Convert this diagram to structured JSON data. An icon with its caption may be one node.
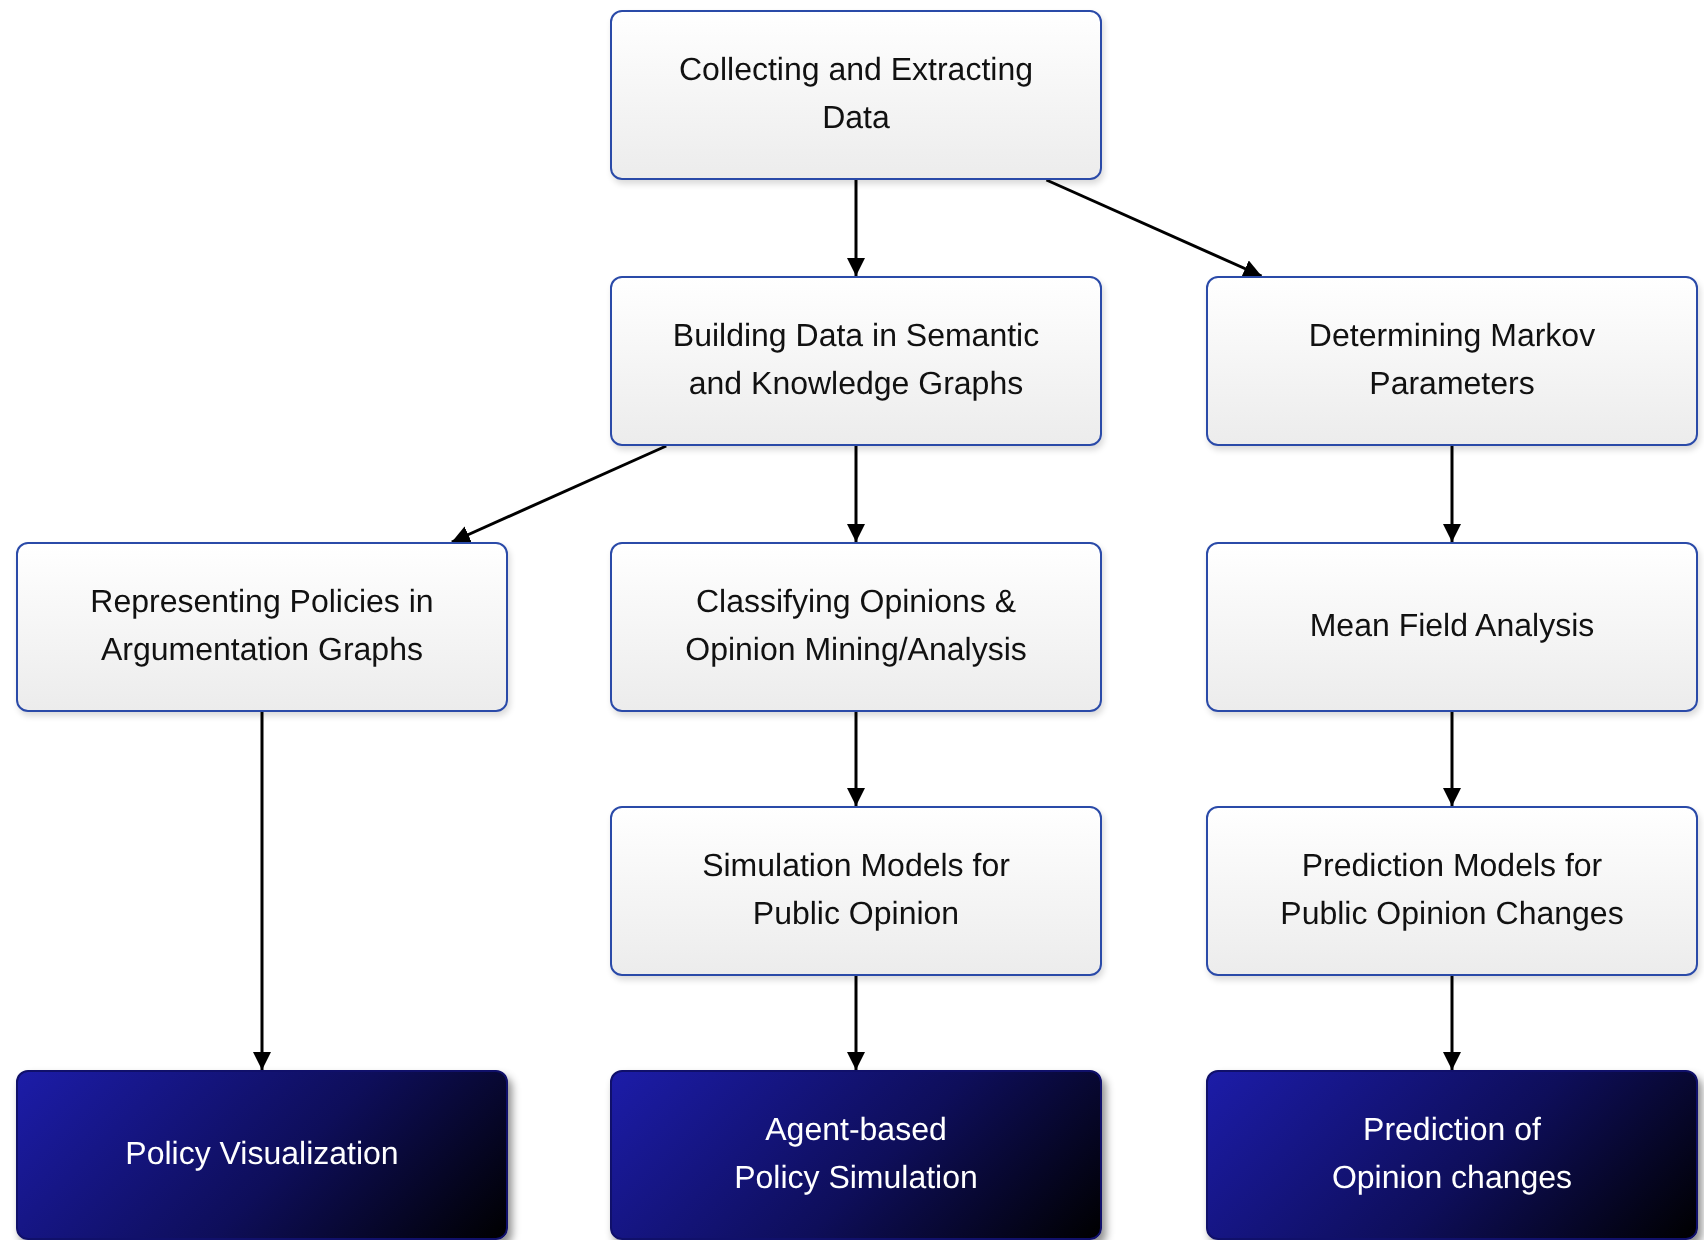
{
  "diagram": {
    "nodes": [
      {
        "text": [
          "Collecting and Extracting Data"
        ]
      },
      {
        "text": [
          "Building Data in Semantic and Knowledge Graphs"
        ]
      },
      {
        "text": [
          "Determining Markov Parameters"
        ]
      },
      {
        "text": [
          "Representing Policies in Argumentation Graphs"
        ]
      },
      {
        "text": [
          "Classifying Opinions & Opinion Mining/Analysis"
        ]
      },
      {
        "text": [
          "Mean Field Analysis"
        ]
      },
      {
        "text": [
          "Simulation Models for Public Opinion"
        ]
      },
      {
        "text": [
          "Prediction Models for Public Opinion Changes"
        ]
      },
      {
        "text": [
          "Policy Visualization"
        ]
      },
      {
        "text": [
          "Agent-based Policy Simulation"
        ]
      },
      {
        "text": [
          "Prediction of Opinion changes"
        ]
      }
    ],
    "edges": [
      {
        "from": 0,
        "to": 1,
        "arrow": "to"
      },
      {
        "from": 0,
        "to": 2,
        "arrow": "to"
      },
      {
        "from": 1,
        "to": 3,
        "arrow": "to"
      },
      {
        "from": 1,
        "to": 4,
        "arrow": "to"
      },
      {
        "from": 2,
        "to": 5,
        "arrow": "to"
      },
      {
        "from": 3,
        "to": 8,
        "arrow": "to"
      },
      {
        "from": 4,
        "to": 6,
        "arrow": "to"
      },
      {
        "from": 5,
        "to": 7,
        "arrow": "to"
      },
      {
        "from": 6,
        "to": 9,
        "arrow": "to"
      },
      {
        "from": 7,
        "to": 10,
        "arrow": "to"
      }
    ]
  }
}
